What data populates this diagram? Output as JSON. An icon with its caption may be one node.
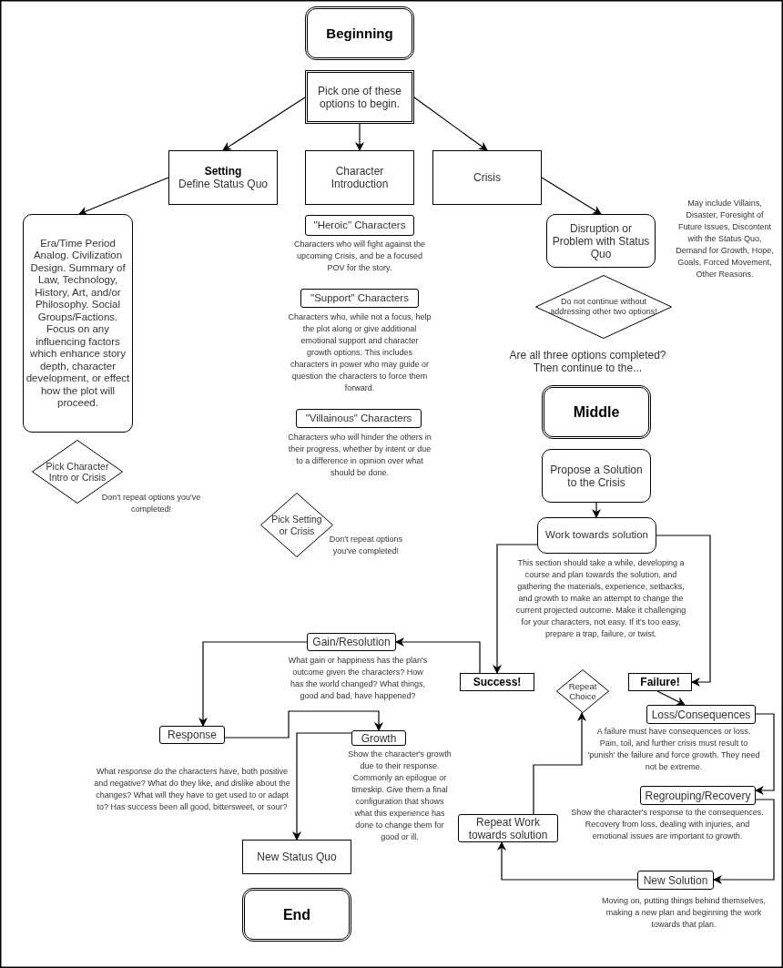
{
  "diagram": {
    "nodes": [
      {
        "text": [
          "Beginning"
        ]
      },
      {
        "text": [
          "Pick one of these options to begin."
        ]
      },
      {
        "text": [
          "Setting",
          "Define Status Quo"
        ]
      },
      {
        "text": [
          "Character Introduction"
        ]
      },
      {
        "text": [
          "Crisis"
        ]
      },
      {
        "text": [
          "Era/Time Period Analog. Civilization Design. Summary of Law, Technology, History, Art, and/or Philosophy. Social Groups/Factions. Focus on any influencing factors which enhance story depth, character development, or effect how the plot will proceed."
        ]
      },
      {
        "text": [
          "Pick Character Intro or Crisis"
        ],
        "beside": [
          "Don't repeat options you've completed!"
        ]
      },
      {
        "text": [
          "\"Heroic\" Characters"
        ],
        "beside": [
          "Characters who will fight against the upcoming Crisis, and be a focused POV for the story."
        ]
      },
      {
        "text": [
          "\"Support\" Characters"
        ],
        "beside": [
          "Characters who, while not a focus, help the plot along or give additional emotional support and character growth options. This includes characters in power who may guide or question the characters to force them forward."
        ]
      },
      {
        "text": [
          "\"Villainous\" Characters"
        ],
        "beside": [
          "Characters who will hinder the others in their progress, whether by intent or due to a difference in opinion over what should be done."
        ]
      },
      {
        "text": [
          "Pick Setting or Crisis"
        ],
        "beside": [
          "Don't repeat options you've completed!"
        ]
      },
      {
        "text": [
          "Disruption or Problem with Status Quo"
        ]
      },
      {
        "text": [
          "Do not continue without addressing other two options!"
        ]
      },
      {
        "text": [
          "Middle"
        ]
      },
      {
        "text": [
          "Propose a Solution to the Crisis"
        ]
      },
      {
        "text": [
          "Work towards solution"
        ],
        "beside": [
          "This section should take a while, developing a course and plan towards the solution, and gathering the materials, experience, setbacks, and growth to make an attempt to change the current projected outcome. Make it challenging for your characters, not easy. If it's too easy, prepare a trap, failure, or twist."
        ]
      },
      {
        "text": [
          "Success!"
        ]
      },
      {
        "text": [
          "Failure!"
        ]
      },
      {
        "text": [
          "Repeat Choice"
        ]
      },
      {
        "text": [
          "Gain/Resolution"
        ],
        "beside": [
          "What gain or happiness has the plan's outcome given the characters? How has the world changed? What things, good and bad, have happened?"
        ]
      },
      {
        "text": [
          "Response"
        ],
        "beside": [
          "What response do the characters have, both positive and negative? What do they like, and dislike about the changes? What will they have to get used to or adapt to? Has success been all good, bittersweet, or sour?"
        ]
      },
      {
        "text": [
          "Growth"
        ],
        "beside": [
          "Show the character's growth due to their response. Commonly an epilogue or timeskip. Give them a final configuration that shows what this experience has done to change them for good or ill."
        ]
      },
      {
        "text": [
          "New Status Quo"
        ]
      },
      {
        "text": [
          "End"
        ]
      },
      {
        "text": [
          "Loss/Consequences"
        ],
        "beside": [
          "A failure must have consequences or loss. Pain, toil, and further crisis must result to 'punish' the failure and force growth. They need not be extreme."
        ]
      },
      {
        "text": [
          "Regrouping/Recovery"
        ],
        "beside": [
          "Show the character's response to the consequences. Recovery from loss, dealing with injuries, and emotional issues are important to growth."
        ]
      },
      {
        "text": [
          "Repeat Work towards solution"
        ]
      },
      {
        "text": [
          "New Solution"
        ],
        "beside": [
          "Moving on, putting things behind themselves, making a new plan and beginning the work towards that plan."
        ]
      }
    ],
    "edges": [
      {
        "from": 1,
        "to": 2,
        "arrow": "to"
      },
      {
        "from": 1,
        "to": 3,
        "arrow": "to"
      },
      {
        "from": 1,
        "to": 4,
        "arrow": "to"
      },
      {
        "from": 2,
        "to": 5,
        "arrow": "to"
      },
      {
        "from": 4,
        "to": 11,
        "arrow": "to"
      },
      {
        "from": 14,
        "to": 15,
        "arrow": "to"
      },
      {
        "from": 15,
        "to": 16,
        "arrow": "to"
      },
      {
        "from": 15,
        "to": 17,
        "arrow": "to"
      },
      {
        "from": 16,
        "to": 19,
        "arrow": "to"
      },
      {
        "from": 19,
        "to": 20,
        "arrow": "to"
      },
      {
        "from": 20,
        "to": 21,
        "arrow": "to"
      },
      {
        "from": 21,
        "to": 22,
        "arrow": "to"
      },
      {
        "from": 17,
        "to": 24,
        "arrow": "to"
      },
      {
        "from": 24,
        "to": 25,
        "arrow": "to"
      },
      {
        "from": 25,
        "to": 27,
        "arrow": "to"
      },
      {
        "from": 27,
        "to": 26,
        "arrow": "to"
      },
      {
        "from": 26,
        "to": 18,
        "arrow": "to"
      }
    ],
    "labels": [
      "May include Villains, Disaster, Foresight of Future Issues, Discontent with the Status Quo, Demand for Growth, Hope, Goals, Forced Movement, Other Reasons.",
      "Are all three options completed? Then continue to the..."
    ]
  }
}
